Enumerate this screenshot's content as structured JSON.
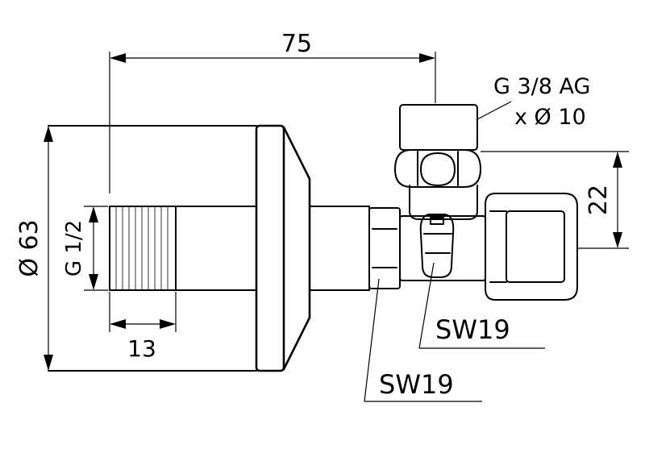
{
  "dimensions": {
    "overall_length": "75",
    "body_diameter": "Ø 63",
    "inlet_thread": "G 1/2",
    "thread_length": "13",
    "outlet_offset": "22"
  },
  "callouts": {
    "outlet_thread_line1": "G 3/8 AG",
    "outlet_thread_line2": "x Ø 10",
    "wrench_size_upper": "SW19",
    "wrench_size_lower": "SW19"
  },
  "colors": {
    "line": "#000000",
    "background": "#ffffff"
  }
}
